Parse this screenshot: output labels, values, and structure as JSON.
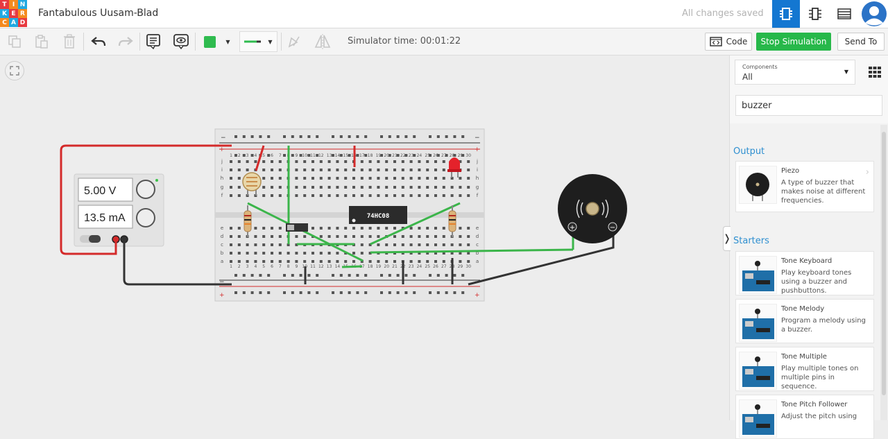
{
  "app": {
    "logo_letters": [
      "T",
      "I",
      "N",
      "K",
      "E",
      "R",
      "C",
      "A",
      "D"
    ],
    "logo_colors": [
      "#e83a40",
      "#f58a1e",
      "#21a9e1",
      "#21a9e1",
      "#e83a40",
      "#f58a1e",
      "#f58a1e",
      "#21a9e1",
      "#e83a40"
    ],
    "project_title": "Fantabulous Uusam-Blad",
    "saved_status": "All changes saved",
    "accent_color": "#1477d1"
  },
  "topbar": {
    "view_icons": [
      "circuit-view-icon",
      "schematic-view-icon",
      "component-list-icon"
    ],
    "active_view": "circuit-view-icon"
  },
  "toolbar": {
    "tools": [
      "copy-icon",
      "paste-icon",
      "delete-icon",
      "undo-icon",
      "redo-icon",
      "notes-icon",
      "notes-visibility-icon",
      "color-swatch",
      "wire-type",
      "flip-icon",
      "mirror-icon"
    ],
    "wire_color": "#2fbb4f",
    "simulator_time": "Simulator time: 00:01:22",
    "code_label": "Code",
    "stop_label": "Stop Simulation",
    "send_label": "Send To",
    "stop_color": "#27b84a"
  },
  "circuit": {
    "power_supply": {
      "voltage": "5.00 V",
      "current": "13.5 mA"
    },
    "chip_label": "74HC08",
    "breadboard_rows": [
      "a",
      "b",
      "c",
      "d",
      "e",
      "f",
      "g",
      "h",
      "i",
      "j"
    ],
    "breadboard_columns": [
      "1",
      "2",
      "3",
      "4",
      "5",
      "6",
      "7",
      "8",
      "9",
      "10",
      "11",
      "12",
      "13",
      "14",
      "15",
      "16",
      "17",
      "18",
      "19",
      "20",
      "21",
      "22",
      "23",
      "24",
      "25",
      "26",
      "27",
      "28",
      "29",
      "30"
    ],
    "rail_plus": "+",
    "rail_minus": "−",
    "wire_colors": {
      "red": "#d42a2a",
      "black": "#333333",
      "green": "#3bb54a"
    },
    "buzzer_plus": "+",
    "buzzer_minus": "−"
  },
  "panel": {
    "components_label": "Components",
    "components_value": "All",
    "search_value": "buzzer",
    "sections": [
      {
        "title": "Output"
      },
      {
        "title": "Starters"
      }
    ],
    "output_items": [
      {
        "title": "Piezo",
        "desc": "A type of buzzer that makes noise at different frequencies.",
        "icon": "piezo-icon"
      }
    ],
    "starter_items": [
      {
        "title": "Tone Keyboard",
        "desc": "Play keyboard tones using a buzzer and pushbuttons.",
        "icon": "arduino-board-icon"
      },
      {
        "title": "Tone Melody",
        "desc": "Program a melody using a buzzer.",
        "icon": "arduino-board-icon"
      },
      {
        "title": "Tone Multiple",
        "desc": "Play multiple tones on multiple pins in sequence.",
        "icon": "arduino-board-icon"
      },
      {
        "title": "Tone Pitch Follower",
        "desc": "Adjust the pitch using",
        "icon": "arduino-board-icon"
      }
    ]
  }
}
